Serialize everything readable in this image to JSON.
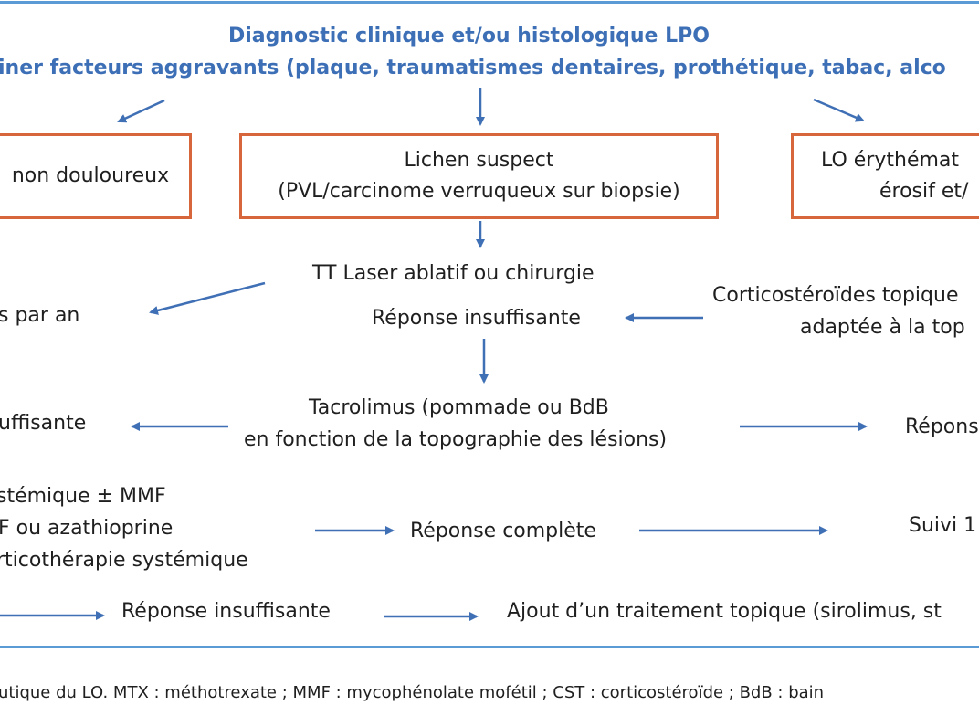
{
  "colors": {
    "accent": "#3d6fb6",
    "box_border": "#d8663d",
    "rule": "#5b9bd5",
    "arrow": "#3f6fb5"
  },
  "header": {
    "title": "Diagnostic clinique et/ou histologique LPO",
    "subtitle": "iner facteurs aggravants (plaque, traumatismes dentaires, prothétique, tabac, alco"
  },
  "boxes": {
    "left": "non douloureux",
    "center_line1": "Lichen suspect",
    "center_line2": "(PVL/carcinome verruqueux sur biopsie)",
    "right_line1": "LO érythémat",
    "right_line2": "érosif et/"
  },
  "nodes": {
    "laser": "TT Laser ablatif ou chirurgie",
    "suivi_partial": "s par an",
    "response_insufficient_1": "Réponse insuffisante",
    "corticoids_line1": "Corticostéroïdes topique",
    "corticoids_line2": "adaptée à la top",
    "tacrolimus_line1": "Tacrolimus (pommade ou BdB",
    "tacrolimus_line2": "en fonction de la topographie des lésions)",
    "insufficient_left": "uffisante",
    "response_right": "Répons",
    "systemic_line1": "stémique ± MMF",
    "systemic_line2": "F ou azathioprine",
    "systemic_line3": "rticothérapie systémique",
    "response_complete": "Réponse complète",
    "suivi_right": "Suivi 1",
    "response_insufficient_2": "Réponse insuffisante",
    "topical_add": "Ajout d’un traitement topique (sirolimus, st"
  },
  "caption": "utique du LO. MTX : méthotrexate ; MMF : mycophénolate mofétil ; CST : corticostéroïde ; BdB : bain"
}
